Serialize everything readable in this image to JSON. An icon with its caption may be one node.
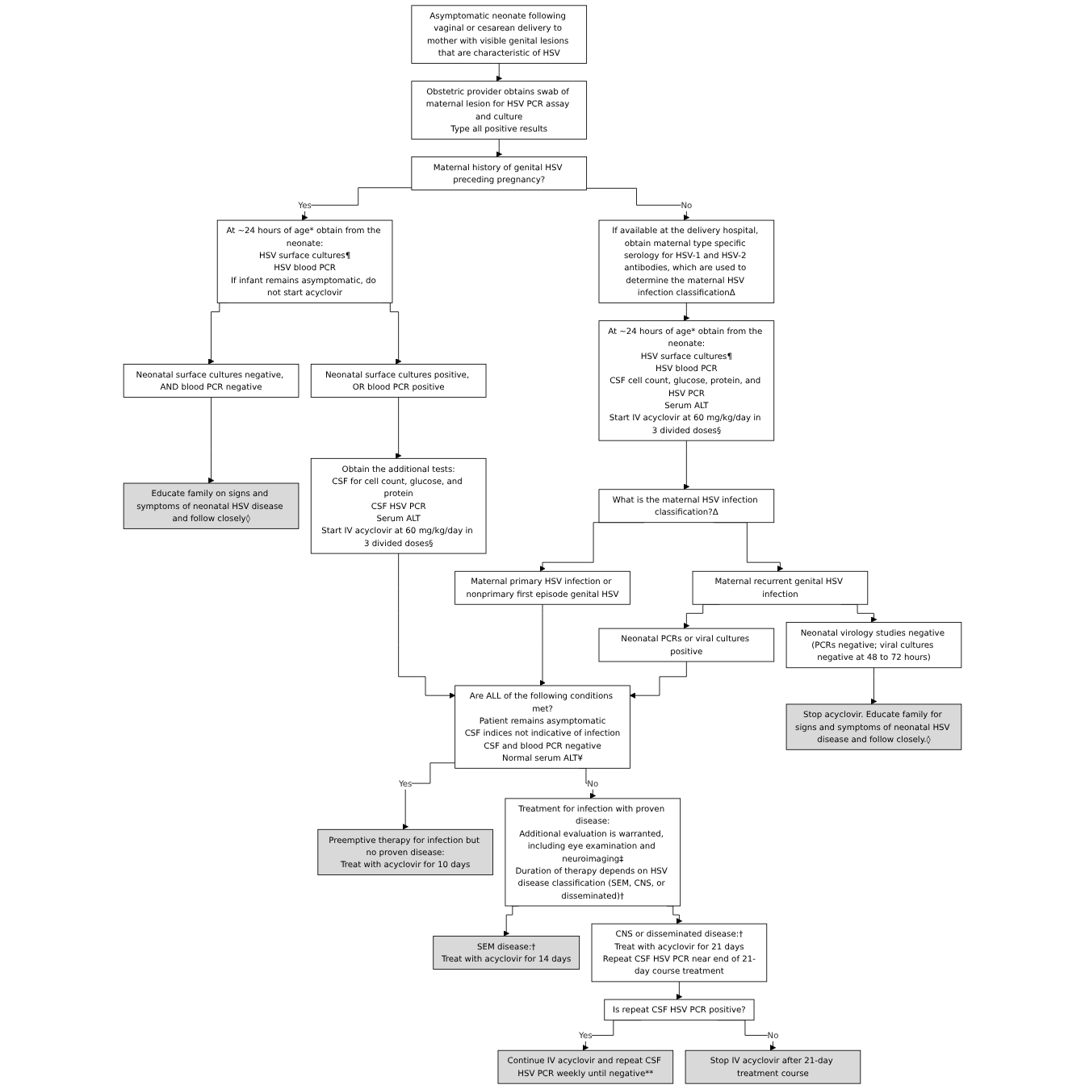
{
  "diagram": {
    "nodes": [
      {
        "text": [
          "Asymptomatic neonate following vaginal or cesarean delivery to mother with visible genital lesions that are characteristic of HSV"
        ]
      },
      {
        "text": [
          "Obstetric provider obtains swab of maternal lesion for HSV PCR assay and culture",
          "Type all positive results"
        ]
      },
      {
        "text": [
          "Maternal history of genital HSV preceding pregnancy?"
        ]
      },
      {
        "text": [
          "At ~24 hours of age* obtain from the neonate:",
          "HSV surface cultures¶",
          "HSV blood PCR",
          "If infant remains asymptomatic, do not start acyclovir"
        ]
      },
      {
        "text": [
          "If available at the delivery hospital, obtain maternal type specific serology for HSV-1 and HSV-2 antibodies, which are used to determine the maternal HSV infection classificationΔ"
        ]
      },
      {
        "text": [
          "Neonatal surface cultures negative, AND blood PCR negative"
        ]
      },
      {
        "text": [
          "Neonatal surface cultures positive, OR blood PCR positive"
        ]
      },
      {
        "text": [
          "At ~24 hours of age* obtain from the neonate:",
          "HSV surface cultures¶",
          "HSV blood PCR",
          "CSF cell count, glucose, protein, and HSV PCR",
          "Serum ALT",
          "Start IV acyclovir at 60 mg/kg/day in 3 divided doses§"
        ]
      },
      {
        "text": [
          "Educate family on signs and symptoms of neonatal HSV disease and follow closely◊"
        ]
      },
      {
        "text": [
          "Obtain the additional tests:",
          "CSF for cell count, glucose, and protein",
          "CSF HSV PCR",
          "Serum ALT",
          "Start IV acyclovir at 60 mg/kg/day in 3 divided doses§"
        ]
      },
      {
        "text": [
          "What is the maternal HSV infection classification?Δ"
        ]
      },
      {
        "text": [
          "Maternal primary HSV infection or nonprimary first episode genital HSV"
        ]
      },
      {
        "text": [
          "Maternal recurrent genital HSV infection"
        ]
      },
      {
        "text": [
          "Are ALL of the following conditions met?",
          "Patient remains asymptomatic",
          "CSF indices not indicative of infection",
          "CSF and blood PCR negative",
          "Normal serum ALT¥"
        ]
      },
      {
        "text": [
          "Neonatal PCRs or viral cultures positive"
        ]
      },
      {
        "text": [
          "Neonatal virology studies negative (PCRs negative; viral cultures negative at 48 to 72 hours)"
        ]
      },
      {
        "text": [
          "Stop acyclovir. Educate family for signs and symptoms of neonatal HSV disease and follow closely.◊"
        ]
      },
      {
        "text": [
          "Preemptive therapy for infection but no proven disease:",
          "Treat with acyclovir for 10 days"
        ]
      },
      {
        "text": [
          "Treatment for infection with proven disease:",
          "Additional evaluation is warranted, including eye examination and neuroimaging‡",
          "Duration of therapy depends on HSV disease classification (SEM, CNS, or disseminated)†"
        ]
      },
      {
        "text": [
          "SEM disease:†",
          "Treat with acyclovir for 14 days"
        ]
      },
      {
        "text": [
          "CNS or disseminated disease:†",
          "Treat with acyclovir for 21 days",
          "Repeat CSF HSV PCR near end of 21-day course treatment"
        ]
      },
      {
        "text": [
          "Is repeat CSF HSV PCR positive?"
        ]
      },
      {
        "text": [
          "Continue IV acyclovir and repeat CSF HSV PCR weekly until negative**"
        ]
      },
      {
        "text": [
          "Stop IV acyclovir after 21-day treatment course"
        ]
      }
    ],
    "edges": [
      {
        "from": 0,
        "to": 1,
        "arrow": "to"
      },
      {
        "from": 1,
        "to": 2,
        "arrow": "to"
      },
      {
        "from": 2,
        "to": 3,
        "arrow": "to",
        "label": "Yes"
      },
      {
        "from": 2,
        "to": 4,
        "arrow": "to",
        "label": "No"
      },
      {
        "from": 3,
        "to": 5,
        "arrow": "to"
      },
      {
        "from": 3,
        "to": 6,
        "arrow": "to"
      },
      {
        "from": 4,
        "to": 7,
        "arrow": "to"
      },
      {
        "from": 5,
        "to": 8,
        "arrow": "to"
      },
      {
        "from": 6,
        "to": 9,
        "arrow": "to"
      },
      {
        "from": 7,
        "to": 10,
        "arrow": "to"
      },
      {
        "from": 10,
        "to": 11,
        "arrow": "to"
      },
      {
        "from": 10,
        "to": 12,
        "arrow": "to"
      },
      {
        "from": 9,
        "to": 13,
        "arrow": "to"
      },
      {
        "from": 11,
        "to": 13,
        "arrow": "to"
      },
      {
        "from": 12,
        "to": 14,
        "arrow": "to"
      },
      {
        "from": 12,
        "to": 15,
        "arrow": "to"
      },
      {
        "from": 14,
        "to": 13,
        "arrow": "to"
      },
      {
        "from": 15,
        "to": 16,
        "arrow": "to"
      },
      {
        "from": 13,
        "to": 17,
        "arrow": "to",
        "label": "Yes"
      },
      {
        "from": 13,
        "to": 18,
        "arrow": "to",
        "label": "No"
      },
      {
        "from": 18,
        "to": 19,
        "arrow": "to"
      },
      {
        "from": 18,
        "to": 20,
        "arrow": "to"
      },
      {
        "from": 20,
        "to": 21,
        "arrow": "to"
      },
      {
        "from": 21,
        "to": 22,
        "arrow": "to",
        "label": "Yes"
      },
      {
        "from": 21,
        "to": 23,
        "arrow": "to",
        "label": "No"
      }
    ]
  }
}
